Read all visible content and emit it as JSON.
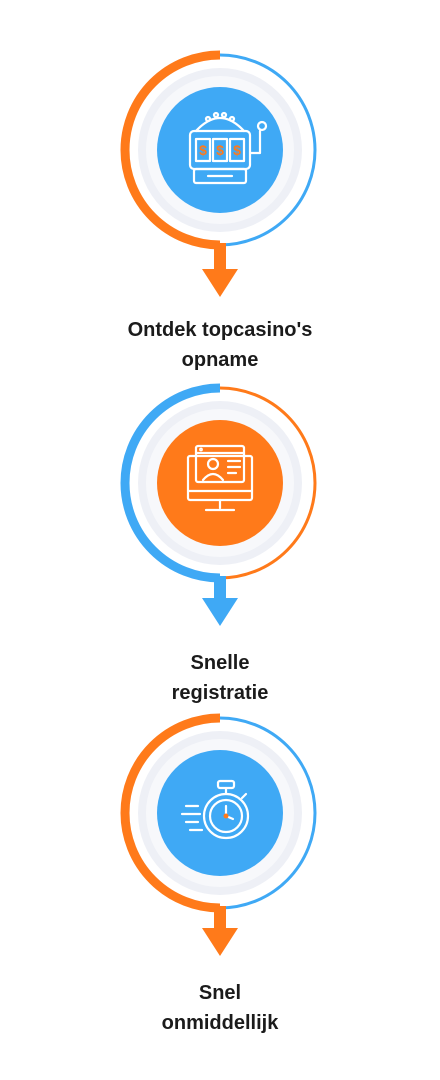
{
  "colors": {
    "orange": "#FF7A1A",
    "blue": "#3FA9F5",
    "disc_outer": "#eef0f6",
    "disc_inner": "#ffffff",
    "text": "#1b1b1b"
  },
  "steps": [
    {
      "icon": "slot-machine-icon",
      "line1": "Ontdek topcasino's",
      "line2": "opname",
      "accent": "orange",
      "secondary": "blue",
      "center_color": "blue"
    },
    {
      "icon": "monitor-profile-icon",
      "line1": "Snelle",
      "line2": "registratie",
      "accent": "blue",
      "secondary": "orange",
      "center_color": "orange"
    },
    {
      "icon": "stopwatch-icon",
      "line1": "Snel",
      "line2": "onmiddellijk",
      "accent": "orange",
      "secondary": "blue",
      "center_color": "blue"
    }
  ]
}
